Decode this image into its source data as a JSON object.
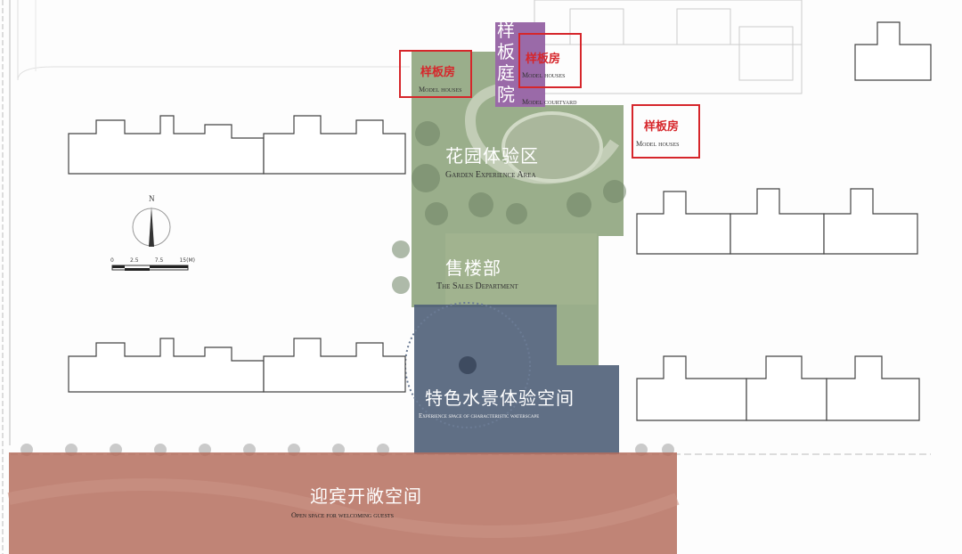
{
  "colors": {
    "garden": "#8fa57e",
    "water": "#4f5f78",
    "welcome": "#b56f5e",
    "courtyard": "#9a6aa8",
    "model_box": "#d6262b"
  },
  "zones": {
    "garden": {
      "zh": "花园体验区",
      "en": "Garden Experience Area"
    },
    "sales": {
      "zh": "售楼部",
      "en": "The Sales Department"
    },
    "water": {
      "zh": "特色水景体验空间",
      "en": "Experience space of characteristic waterscape"
    },
    "welcome": {
      "zh": "迎宾开敞空间",
      "en": "Open space for welcoming guests"
    },
    "courtyard": {
      "zh": "样板庭院",
      "en": "Model courtyard"
    }
  },
  "model_houses": [
    {
      "zh": "样板房",
      "en": "Model houses"
    },
    {
      "zh": "样板房",
      "en": "Model houses"
    },
    {
      "zh": "样板房",
      "en": "Model houses"
    }
  ],
  "compass": {
    "north": "N"
  },
  "scale_bar": {
    "ticks": [
      "0",
      "2.5",
      "7.5",
      "15(M)"
    ]
  }
}
